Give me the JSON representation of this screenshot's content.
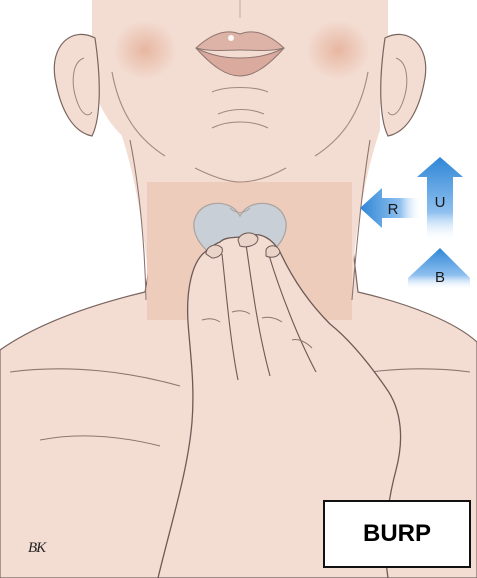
{
  "diagram": {
    "maneuver_label": "BURP",
    "artist_signature": "BK",
    "arrows": [
      {
        "label": "R",
        "direction": "rightward"
      },
      {
        "label": "U",
        "direction": "upward"
      },
      {
        "label": "B",
        "direction": "backward"
      }
    ]
  },
  "colors": {
    "skin": "#f3ddd2",
    "skin_shadow": "#eac9b9",
    "neck_highlight": "#e7c3b0",
    "cartilage": "#cfd6dc",
    "arrow_blue": "#3b8fd9",
    "line": "#6d5a55"
  }
}
